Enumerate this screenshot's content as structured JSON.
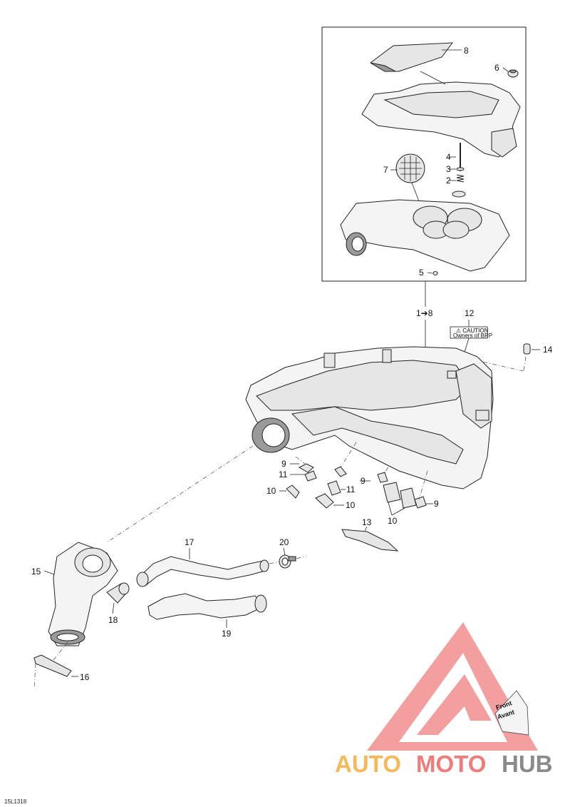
{
  "diagram_code": "15L1318",
  "callouts": {
    "c1": "1",
    "c2": "2",
    "c3": "3",
    "c4": "4",
    "c5": "5",
    "c6": "6",
    "c7": "7",
    "c8": "8",
    "c9": "9",
    "c10": "10",
    "c11": "11",
    "c12": "12",
    "c13": "13",
    "c14": "14",
    "c15": "15",
    "c16": "16",
    "c17": "17",
    "c18": "18",
    "c19": "19",
    "c20": "20",
    "range_label": "1➔8"
  },
  "caution_label": {
    "title": "⚠ CAUTION",
    "text": "Owners of BRP"
  },
  "direction_sign": {
    "line1": "Front",
    "line2": "Avant"
  },
  "watermark": {
    "part1": "AUTO",
    "part2": "MOTO",
    "part3": "HUB",
    "color_orange": "#f6b95a",
    "color_red": "#ef7b7b",
    "color_gray": "#8a8a8a",
    "triangle_color": "#f29595"
  }
}
